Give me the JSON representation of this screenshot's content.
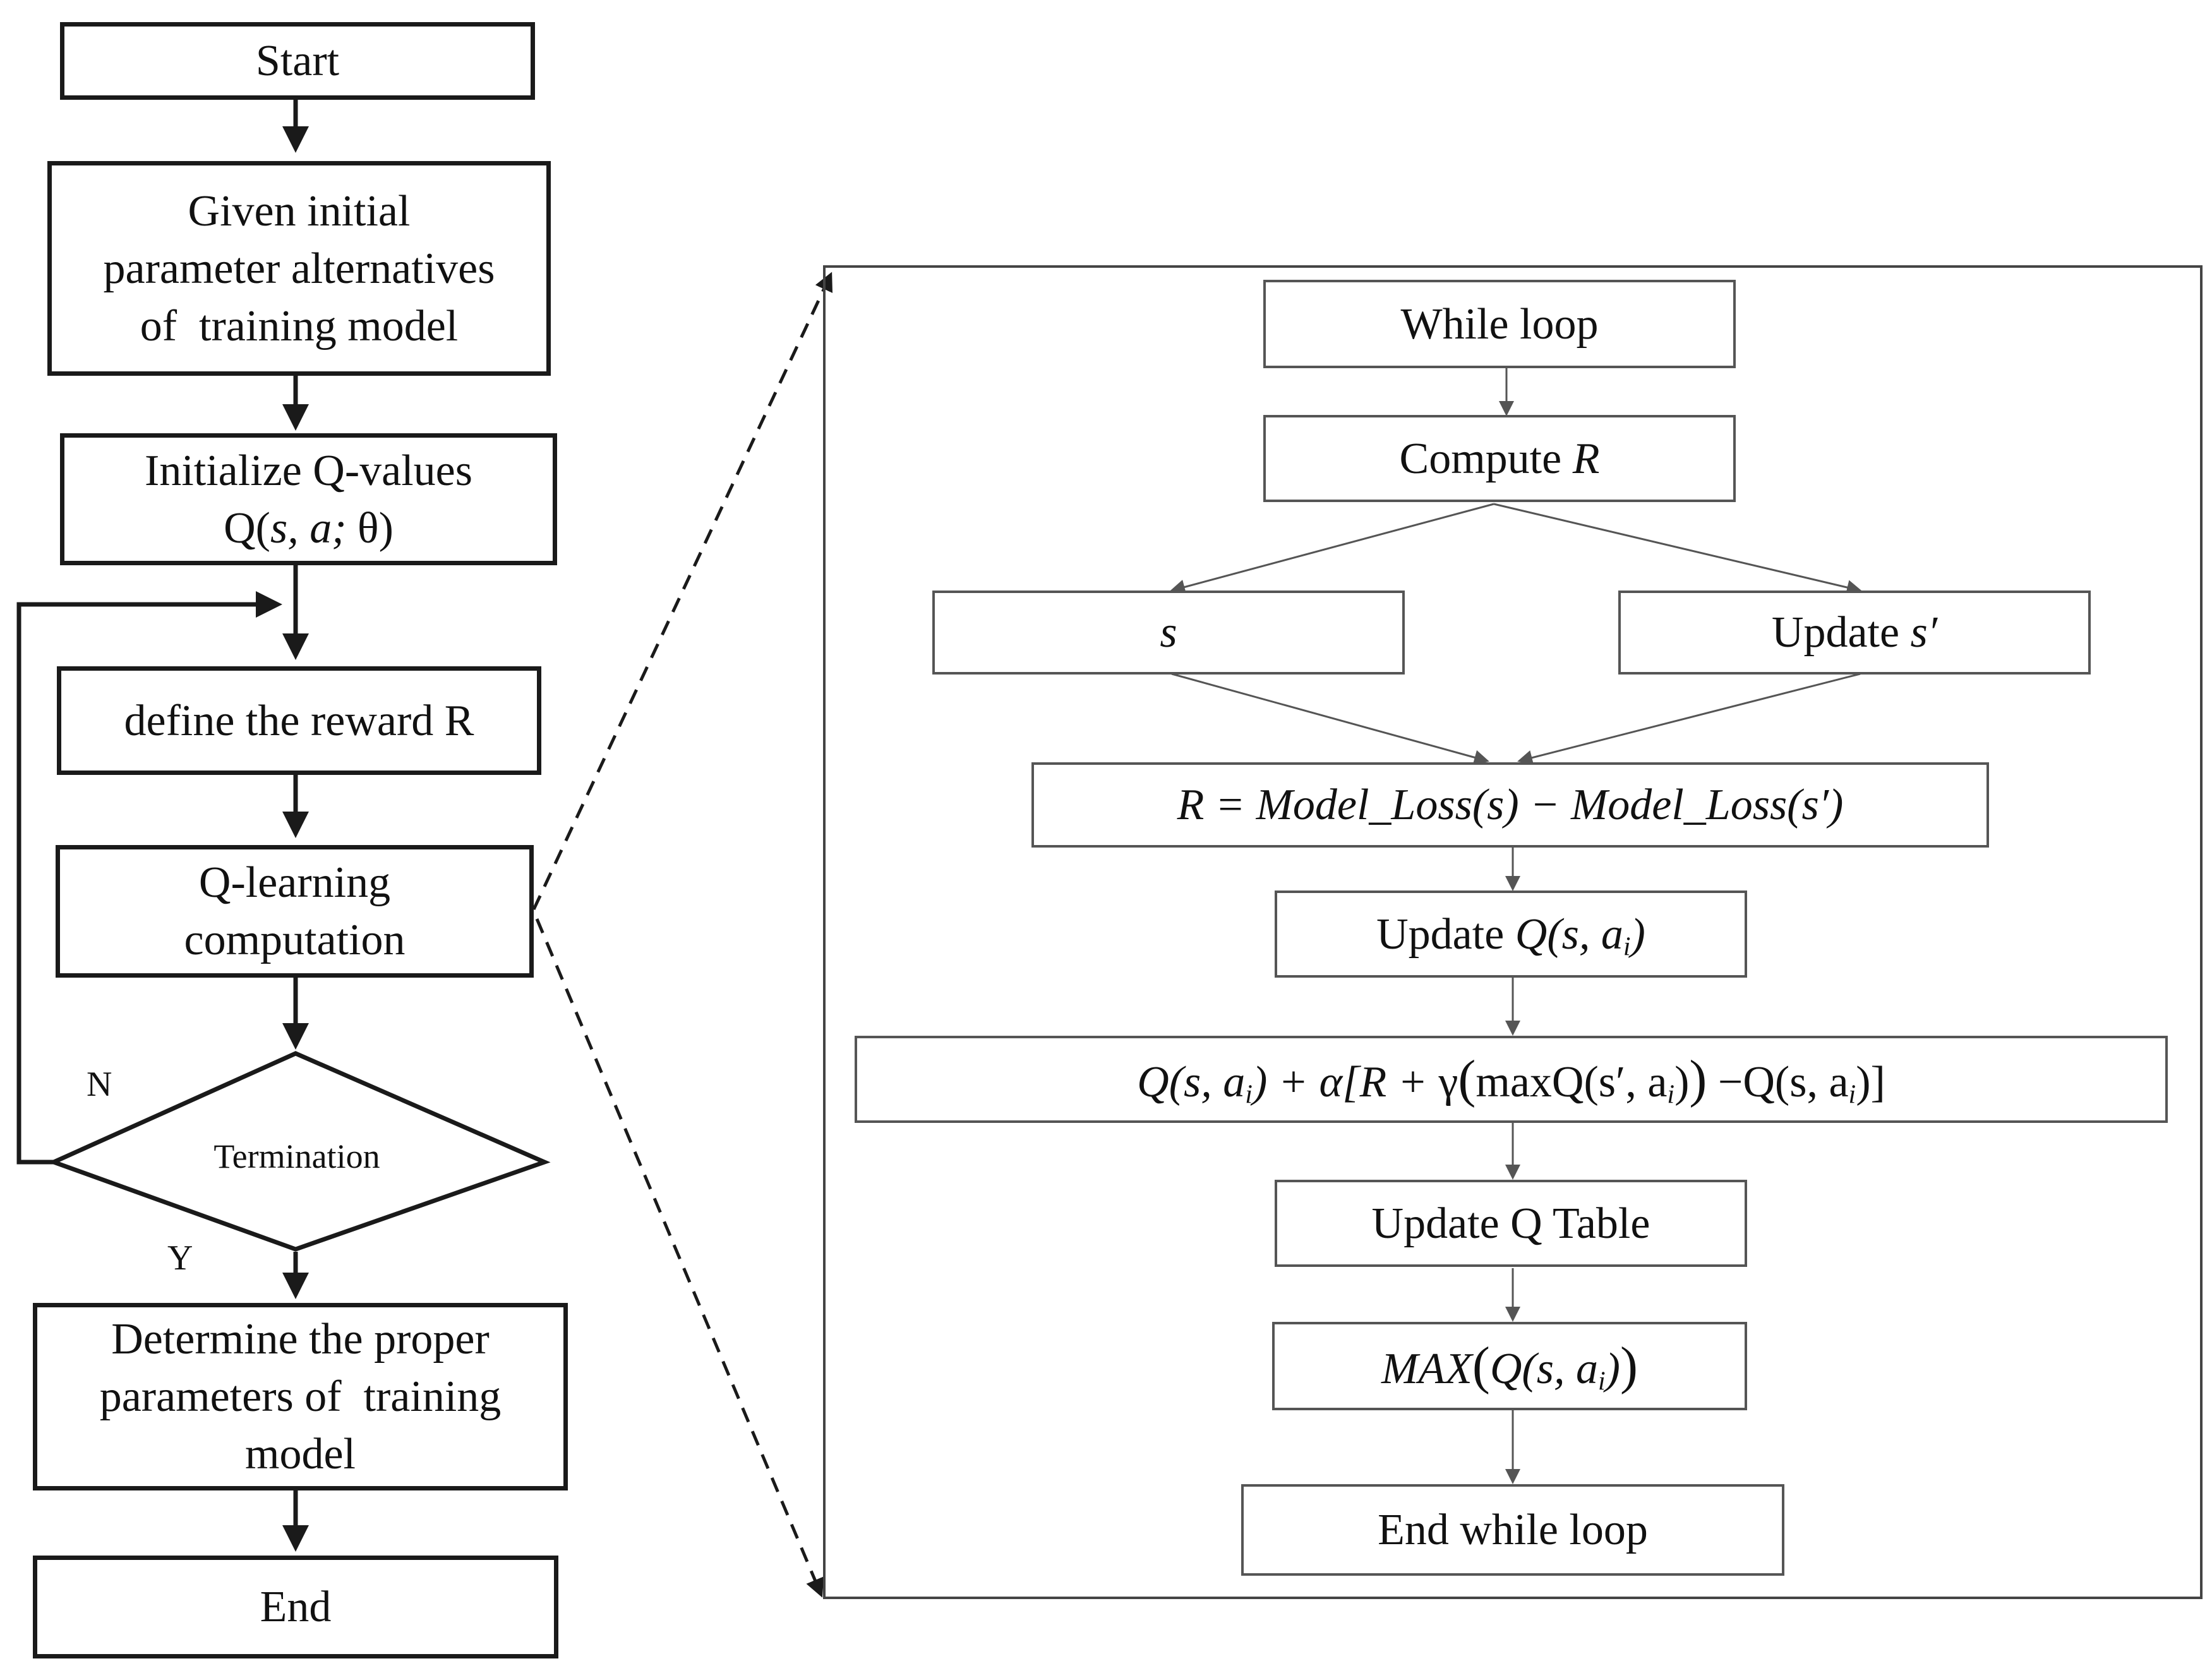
{
  "flowchart": {
    "start": "Start",
    "init_params": [
      "Given initial",
      "parameter alternatives",
      "of  training model"
    ],
    "init_q": {
      "line1": "Initialize Q-values",
      "fn": "Q(",
      "args": "s, a; ",
      "theta": "θ",
      "close": ")"
    },
    "reward": "define the reward R",
    "qlearn": [
      "Q-learning",
      "computation"
    ],
    "termination": "Termination",
    "no_label": "N",
    "yes_label": "Y",
    "determine": [
      "Determine the proper",
      "parameters of  training",
      "model"
    ],
    "end": "End"
  },
  "detail": {
    "while_loop": "While loop",
    "compute": {
      "text": "Compute ",
      "var": "R"
    },
    "state": "s",
    "update_state": {
      "text": "Update ",
      "var": "s′"
    },
    "reward_eq": "R = Model_Loss(s) − Model_Loss(s′)",
    "update_q": {
      "text": "Update ",
      "fn": "Q(s, a",
      "sub": "i",
      "close": ")"
    },
    "q_update_eq": {
      "part1": "Q(s, a",
      "sub1": "i",
      "part2": ") + α[R + ",
      "gamma": "γ",
      "paren_open": "(",
      "max": "maxQ(s′, a",
      "sub2": "i",
      "part3": ")",
      "paren_close": ")",
      "part4": " −Q(s, a",
      "sub3": "i",
      "part5": ")]"
    },
    "update_table": "Update Q Table",
    "max_q": {
      "fn": "MAX",
      "paren_open": "(",
      "inner": "Q(s, a",
      "sub": "i",
      "inner_close": ")",
      "paren_close": ")"
    },
    "end_while": "End while loop"
  },
  "colors": {
    "main_stroke": "#1a1a1a",
    "sub_stroke": "#555555",
    "background": "#ffffff"
  }
}
